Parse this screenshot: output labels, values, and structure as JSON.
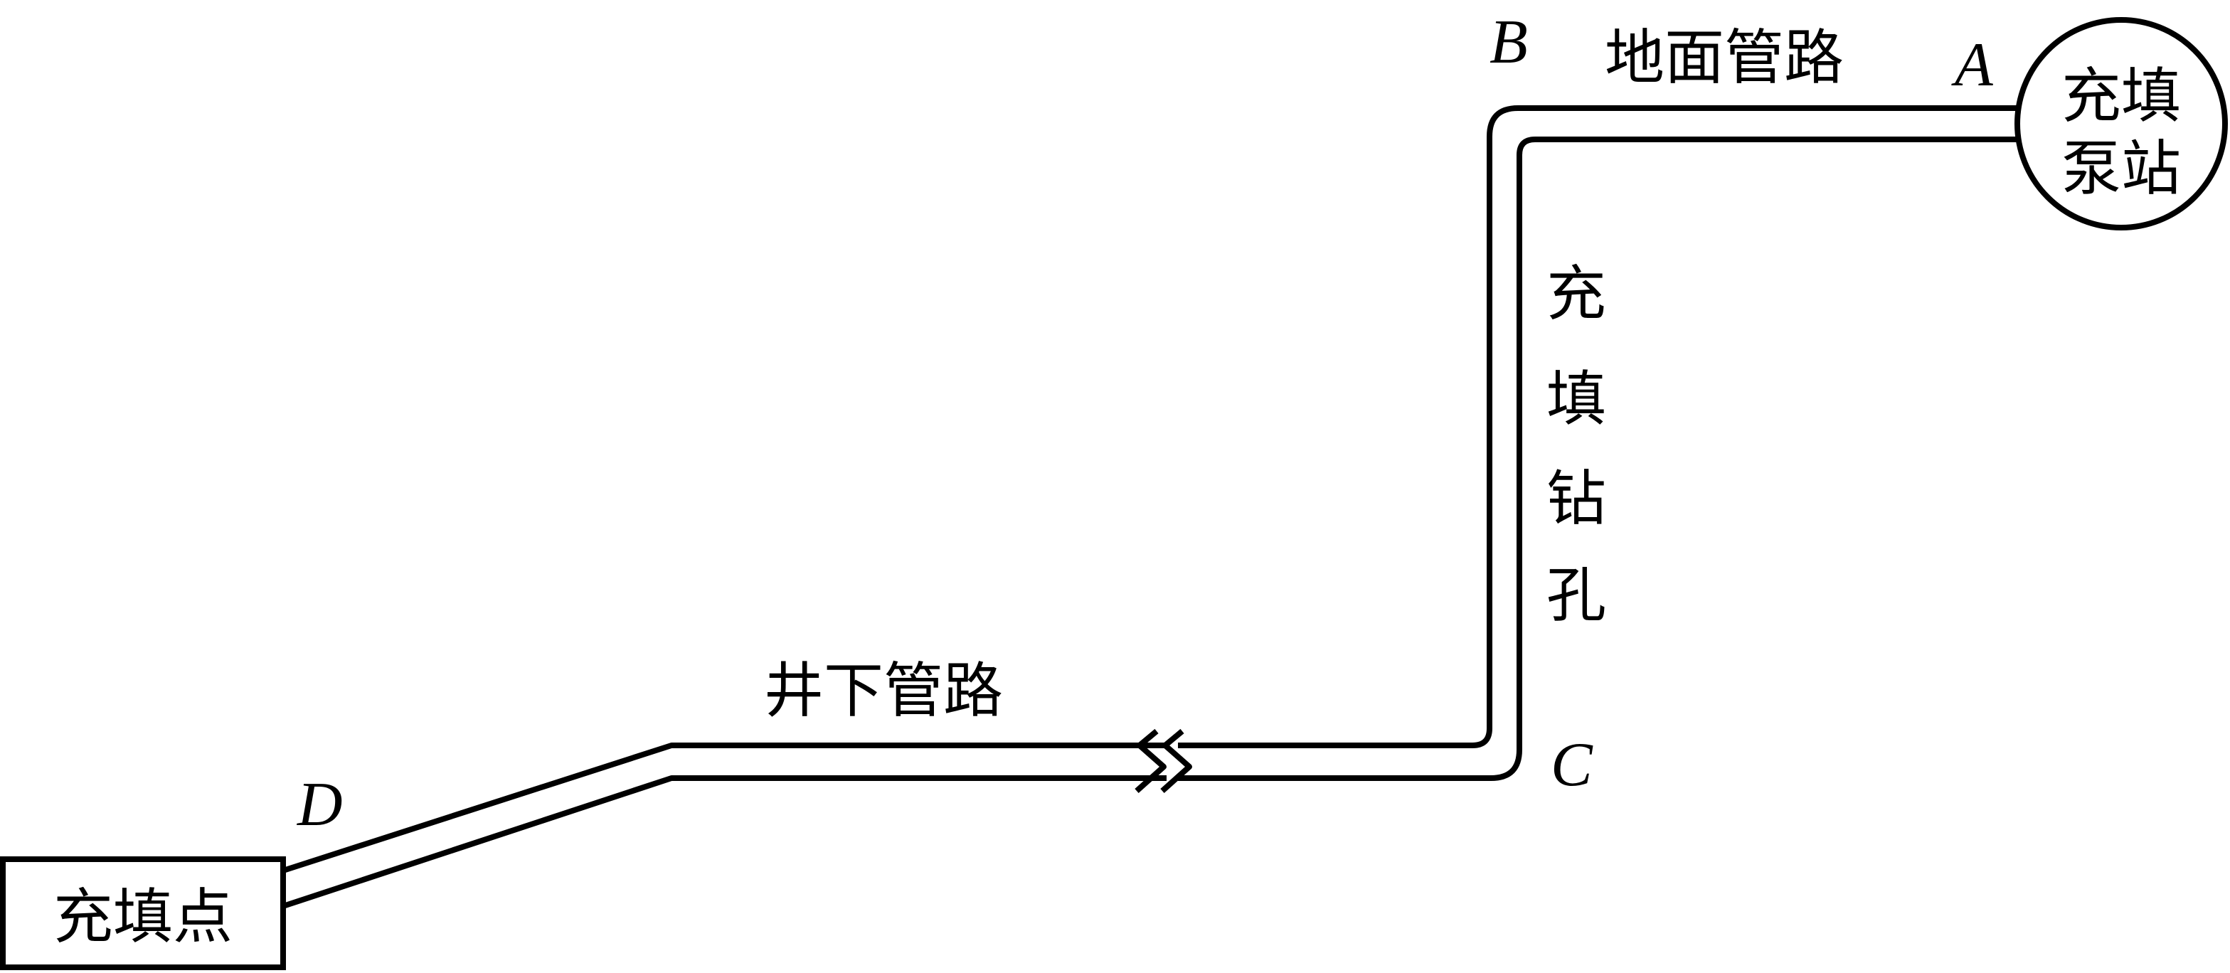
{
  "points": {
    "a": "A",
    "b": "B",
    "c": "C",
    "d": "D"
  },
  "labels": {
    "surface_pipeline": "地面管路",
    "underground_pipeline": "井下管路",
    "borehole": [
      "充",
      "填",
      "钻",
      "孔"
    ]
  },
  "pump_station": {
    "line1": "充填",
    "line2": "泵站"
  },
  "filling_point": {
    "label": "充填点"
  }
}
